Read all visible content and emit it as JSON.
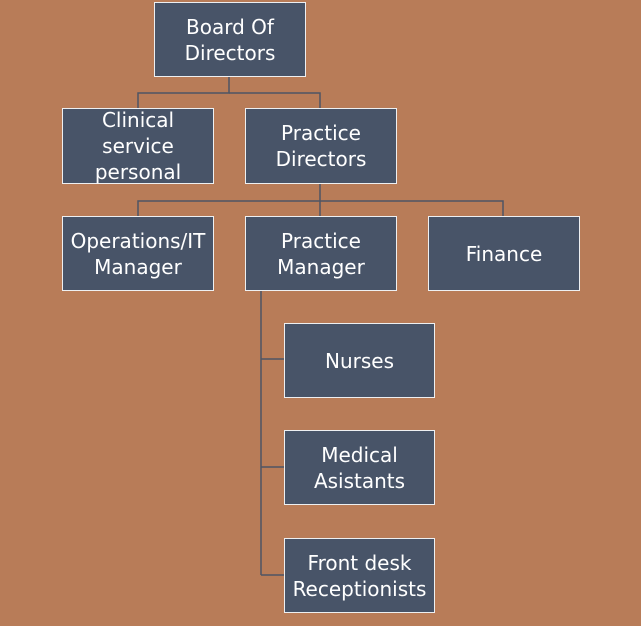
{
  "org_chart": {
    "nodes": {
      "board": "Board Of\nDirectors",
      "clinical": "Clinical service\npersonal",
      "practice_directors": "Practice\nDirectors",
      "operations_it": "Operations/IT\nManager",
      "practice_manager": "Practice\nManager",
      "finance": "Finance",
      "nurses": "Nurses",
      "medical_assistants": "Medical\nAsistants",
      "front_desk": "Front desk\nReceptionists"
    },
    "colors": {
      "background": "#b87c58",
      "node_fill": "#485468",
      "node_border": "#eef0f2",
      "connector": "#4e5564"
    }
  }
}
